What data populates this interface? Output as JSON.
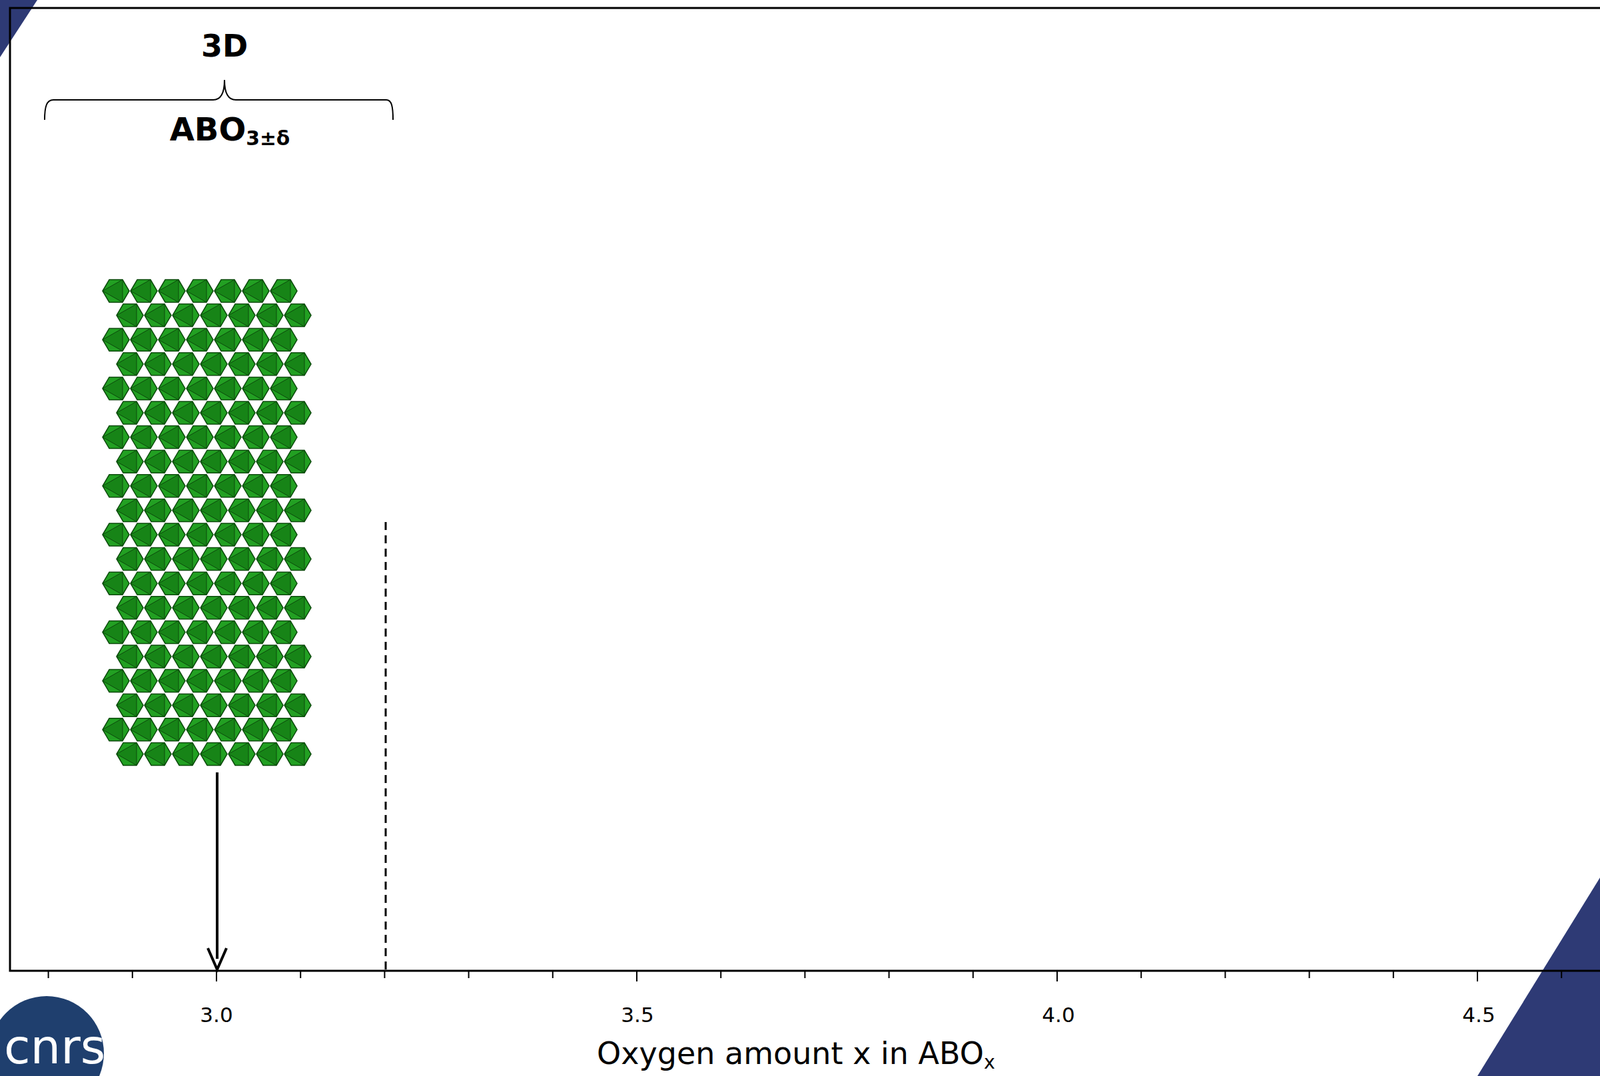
{
  "diagram": {
    "labels": [
      "3D",
      "ABO3±δ",
      "3.0",
      "3.5",
      "4.0",
      "4.5",
      "Oxygen amount x in ABOx",
      "cnrs"
    ]
  }
}
